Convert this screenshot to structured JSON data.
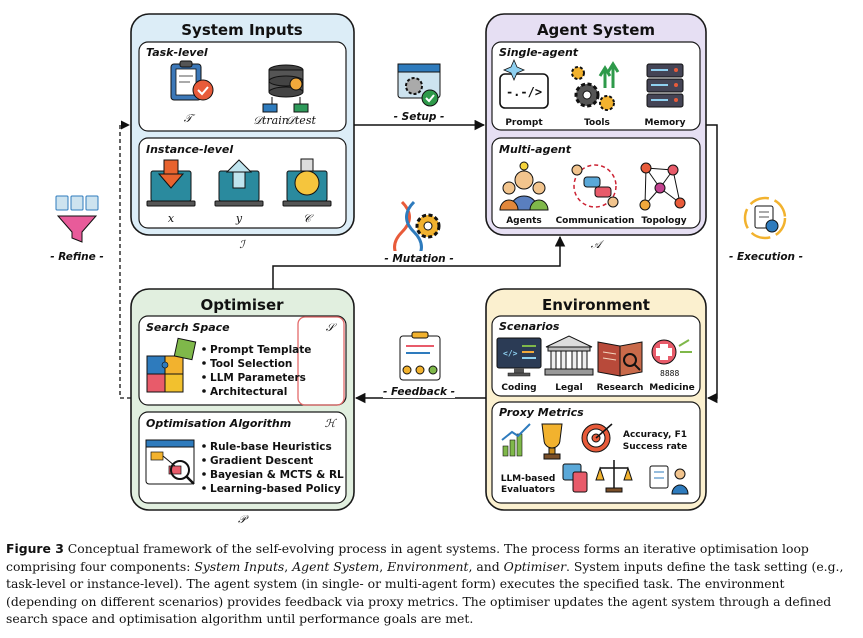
{
  "system_inputs": {
    "title": "System Inputs",
    "task_level": {
      "title": "Task-level",
      "sym_task": "𝒯",
      "sym_train": "𝒟train",
      "sym_test": "𝒟test"
    },
    "instance_level": {
      "title": "Instance-level",
      "sym_x": "x",
      "sym_y": "y",
      "sym_c": "𝒞"
    },
    "symbol": "ℐ"
  },
  "agent_system": {
    "title": "Agent System",
    "single": {
      "title": "Single-agent",
      "items": [
        "Prompt",
        "Tools",
        "Memory"
      ]
    },
    "multi": {
      "title": "Multi-agent",
      "items": [
        "Agents",
        "Communication",
        "Topology"
      ]
    },
    "symbol": "𝒜"
  },
  "environment": {
    "title": "Environment",
    "scenarios": {
      "title": "Scenarios",
      "items": [
        "Coding",
        "Legal",
        "Research",
        "Medicine"
      ]
    },
    "proxy": {
      "title": "Proxy Metrics",
      "metric1": "Accuracy, F1",
      "metric2": "Success rate",
      "eval1": "LLM-based",
      "eval2": "Evaluators"
    }
  },
  "optimiser": {
    "title": "Optimiser",
    "search_space": {
      "title": "Search Space",
      "symbol": "𝒮",
      "items": [
        "Prompt Template",
        "Tool Selection",
        "LLM Parameters",
        "Architectural"
      ]
    },
    "algorithm": {
      "title": "Optimisation Algorithm",
      "symbol": "ℋ",
      "items": [
        "Rule-base Heuristics",
        "Gradient Descent",
        "Bayesian & MCTS & RL",
        "Learning-based Policy"
      ]
    },
    "symbol": "𝒫"
  },
  "arrows": {
    "setup": "- Setup -",
    "mutation": "- Mutation -",
    "feedback": "- Feedback -",
    "execution": "- Execution -",
    "refine": "- Refine -"
  },
  "caption": {
    "label": "Figure 3",
    "p1": " Conceptual framework of the self-evolving process in agent systems. The process forms an iterative optimisation loop comprising four components: ",
    "e1": "System Inputs",
    "s1": ", ",
    "e2": "Agent System",
    "s2": ", ",
    "e3": "Environment",
    "s3": ", and ",
    "e4": "Optimiser",
    "p2": ". System inputs define the task setting (e.g., task-level or instance-level). The agent system (in single- or multi-agent form) executes the specified task. The environment (depending on different scenarios) provides feedback via proxy metrics. The optimiser updates the agent system through a defined search space and optimisation algorithm until performance goals are met."
  },
  "colors": {
    "inputs": "#dcedf7",
    "agent": "#e6dff3",
    "env": "#fbf0cf",
    "opt": "#e1efdf"
  }
}
